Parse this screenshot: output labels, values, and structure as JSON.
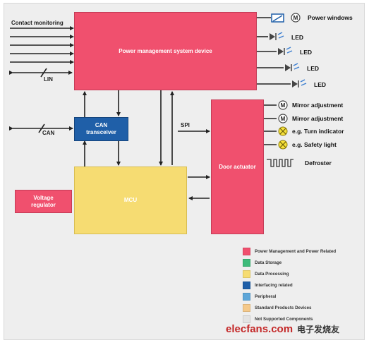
{
  "blocks": {
    "power_management": "Power management system device",
    "can_transceiver": "CAN transceiver",
    "mcu": "MCU",
    "door_actuator": "Door actuator",
    "voltage_regulator": "Voltage regulator"
  },
  "signals": {
    "contact_monitoring": "Contact monitoring",
    "lin": "LIN",
    "can": "CAN",
    "spi": "SPI"
  },
  "outputs": {
    "power_windows": "Power windows",
    "led_1": "LED",
    "led_2": "LED",
    "led_3": "LED",
    "led_4": "LED",
    "mirror_adjustment_1": "Mirror adjustment",
    "mirror_adjustment_2": "Mirror adjustment",
    "turn_indicator": "e.g. Turn indicator",
    "safety_light": "e.g. Safety light",
    "defroster": "Defroster"
  },
  "motor_symbol": "M",
  "legend": [
    {
      "label": "Power Management and Power Related",
      "color": "#f0506e"
    },
    {
      "label": "Data Storage",
      "color": "#3dbb7a"
    },
    {
      "label": "Data Processing",
      "color": "#f6dc72"
    },
    {
      "label": "Interfacing related",
      "color": "#1f5fa8"
    },
    {
      "label": "Peripheral",
      "color": "#5ea6d8"
    },
    {
      "label": "Standard Products Devices",
      "color": "#f5c98a"
    },
    {
      "label": "Not Supported Components",
      "color": "#e3e3e3"
    }
  ],
  "brand": {
    "name": "elecfans.com",
    "cn": "电子发烧友"
  },
  "colors": {
    "power": "#f0506e",
    "processing": "#f6dc72",
    "interfacing": "#1f5fa8",
    "wire": "#222222"
  },
  "icons": [
    "motor-icon",
    "led-icon",
    "lamp-icon",
    "heater-icon",
    "window-icon"
  ]
}
